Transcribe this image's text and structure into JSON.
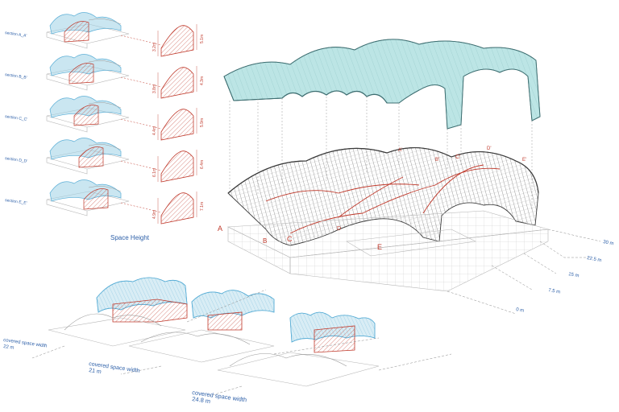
{
  "colors": {
    "roof_fill": "#a6dcdc",
    "roof_stroke": "#3f6f72",
    "section_red": "#c0392b",
    "label_blue": "#2c5fa8",
    "grid_gray": "#b5b5b5",
    "mesh_dark": "#3a3a3a",
    "light_blue": "#9fd2e6"
  },
  "sections": [
    {
      "label": "section A_A'",
      "dim_left": "3.2m",
      "dim_right": "5.1m"
    },
    {
      "label": "section B_B'",
      "dim_left": "3.8m",
      "dim_right": "4.3m"
    },
    {
      "label": "section C_C'",
      "dim_left": "4.4m",
      "dim_right": "5.9m"
    },
    {
      "label": "section D_D'",
      "dim_left": "6.1m",
      "dim_right": "6.4m"
    },
    {
      "label": "section E_E'",
      "dim_left": "4.9m",
      "dim_right": "7.1m"
    }
  ],
  "space_height_title": "Space Height",
  "section_markers": [
    "A",
    "B",
    "C",
    "D",
    "E",
    "A'",
    "B'",
    "C'",
    "D'",
    "E'"
  ],
  "levels": [
    "30 m",
    "22.5 m",
    "15 m",
    "7.5 m",
    "0 m"
  ],
  "widths": [
    {
      "line1": "covered space width",
      "line2": "22 m"
    },
    {
      "line1": "covered space width",
      "line2": "21 m"
    },
    {
      "line1": "covered space width",
      "line2": "24.8 m"
    }
  ]
}
